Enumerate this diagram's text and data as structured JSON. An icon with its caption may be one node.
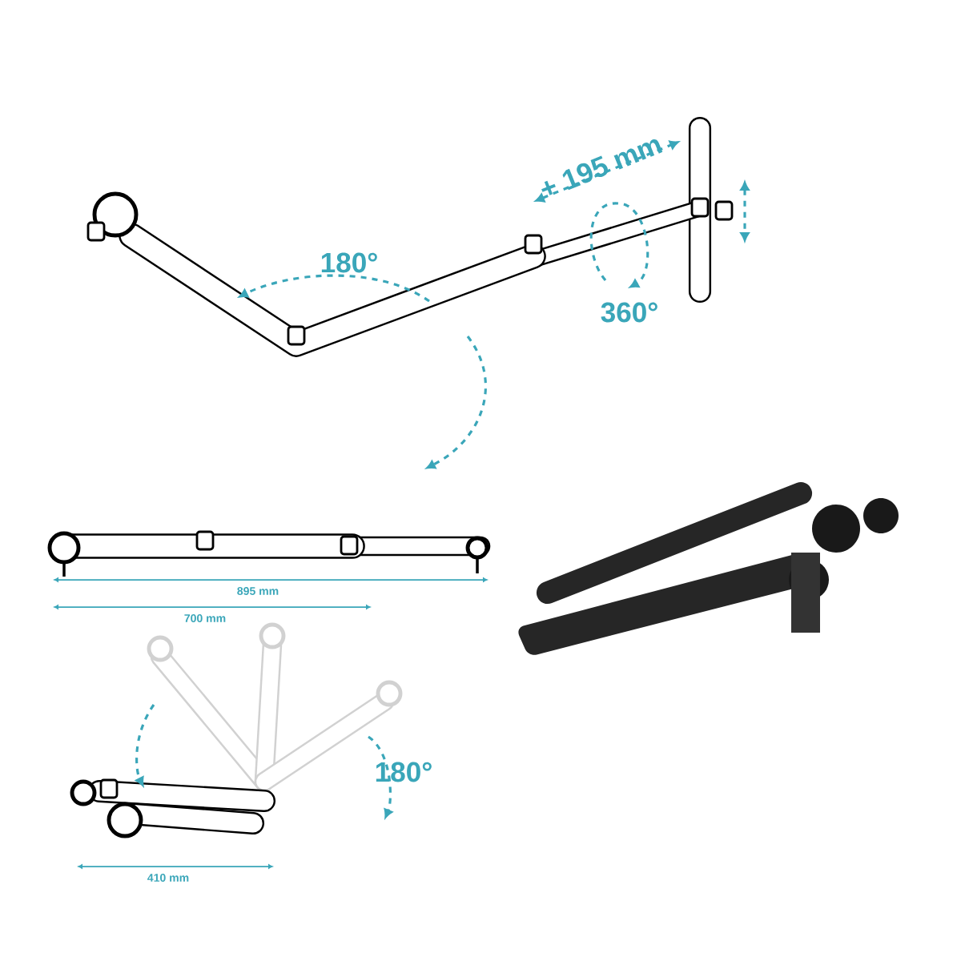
{
  "diagram": {
    "labels": [
      "+ 195 mm",
      "180°",
      "360°",
      "895 mm",
      "700 mm",
      "180°",
      "410 mm"
    ]
  }
}
